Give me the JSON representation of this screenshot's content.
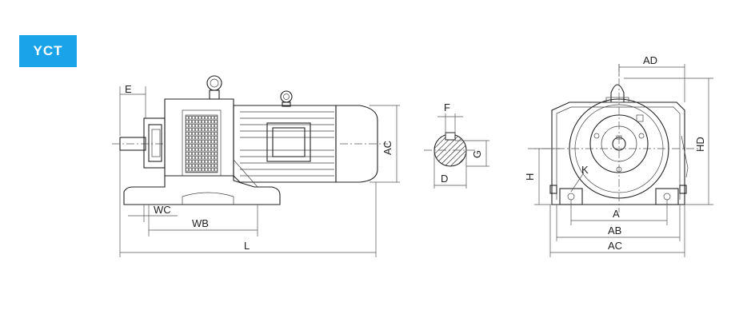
{
  "badge": {
    "text": "YCT",
    "color": "#1aa3e8"
  },
  "side_view": {
    "labels": {
      "E": "E",
      "AC": "AC",
      "WC": "WC",
      "WB": "WB",
      "L": "L"
    }
  },
  "shaft_view": {
    "labels": {
      "F": "F",
      "G": "G",
      "D": "D"
    }
  },
  "end_view": {
    "labels": {
      "AD": "AD",
      "HD": "HD",
      "H": "H",
      "K": "K",
      "A": "A",
      "AB": "AB",
      "AC": "AC"
    }
  }
}
